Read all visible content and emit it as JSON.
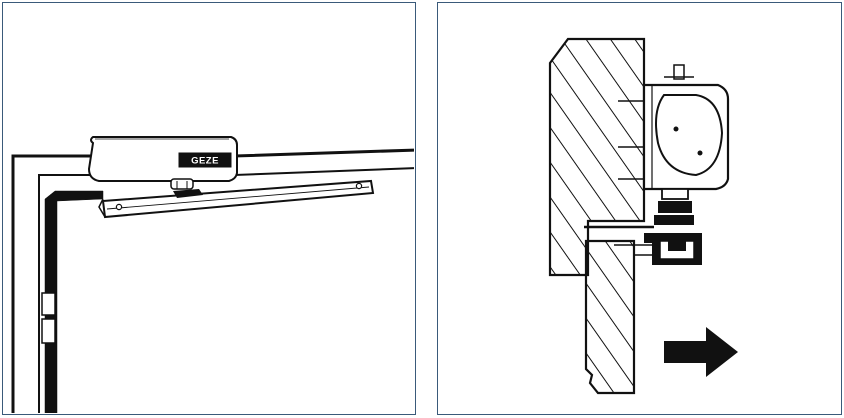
{
  "panels": {
    "left": {
      "brand_label": "GEZE",
      "icons": [
        "door-frame",
        "door-closer-body",
        "slide-arm",
        "door-hinge"
      ]
    },
    "right": {
      "icons": [
        "door-section-hatched",
        "closer-cross-section",
        "slide-rail-channel",
        "direction-arrow-icon"
      ]
    }
  },
  "colors": {
    "panel_border": "#3a5a7a",
    "ink": "#111111",
    "paper": "#ffffff"
  }
}
